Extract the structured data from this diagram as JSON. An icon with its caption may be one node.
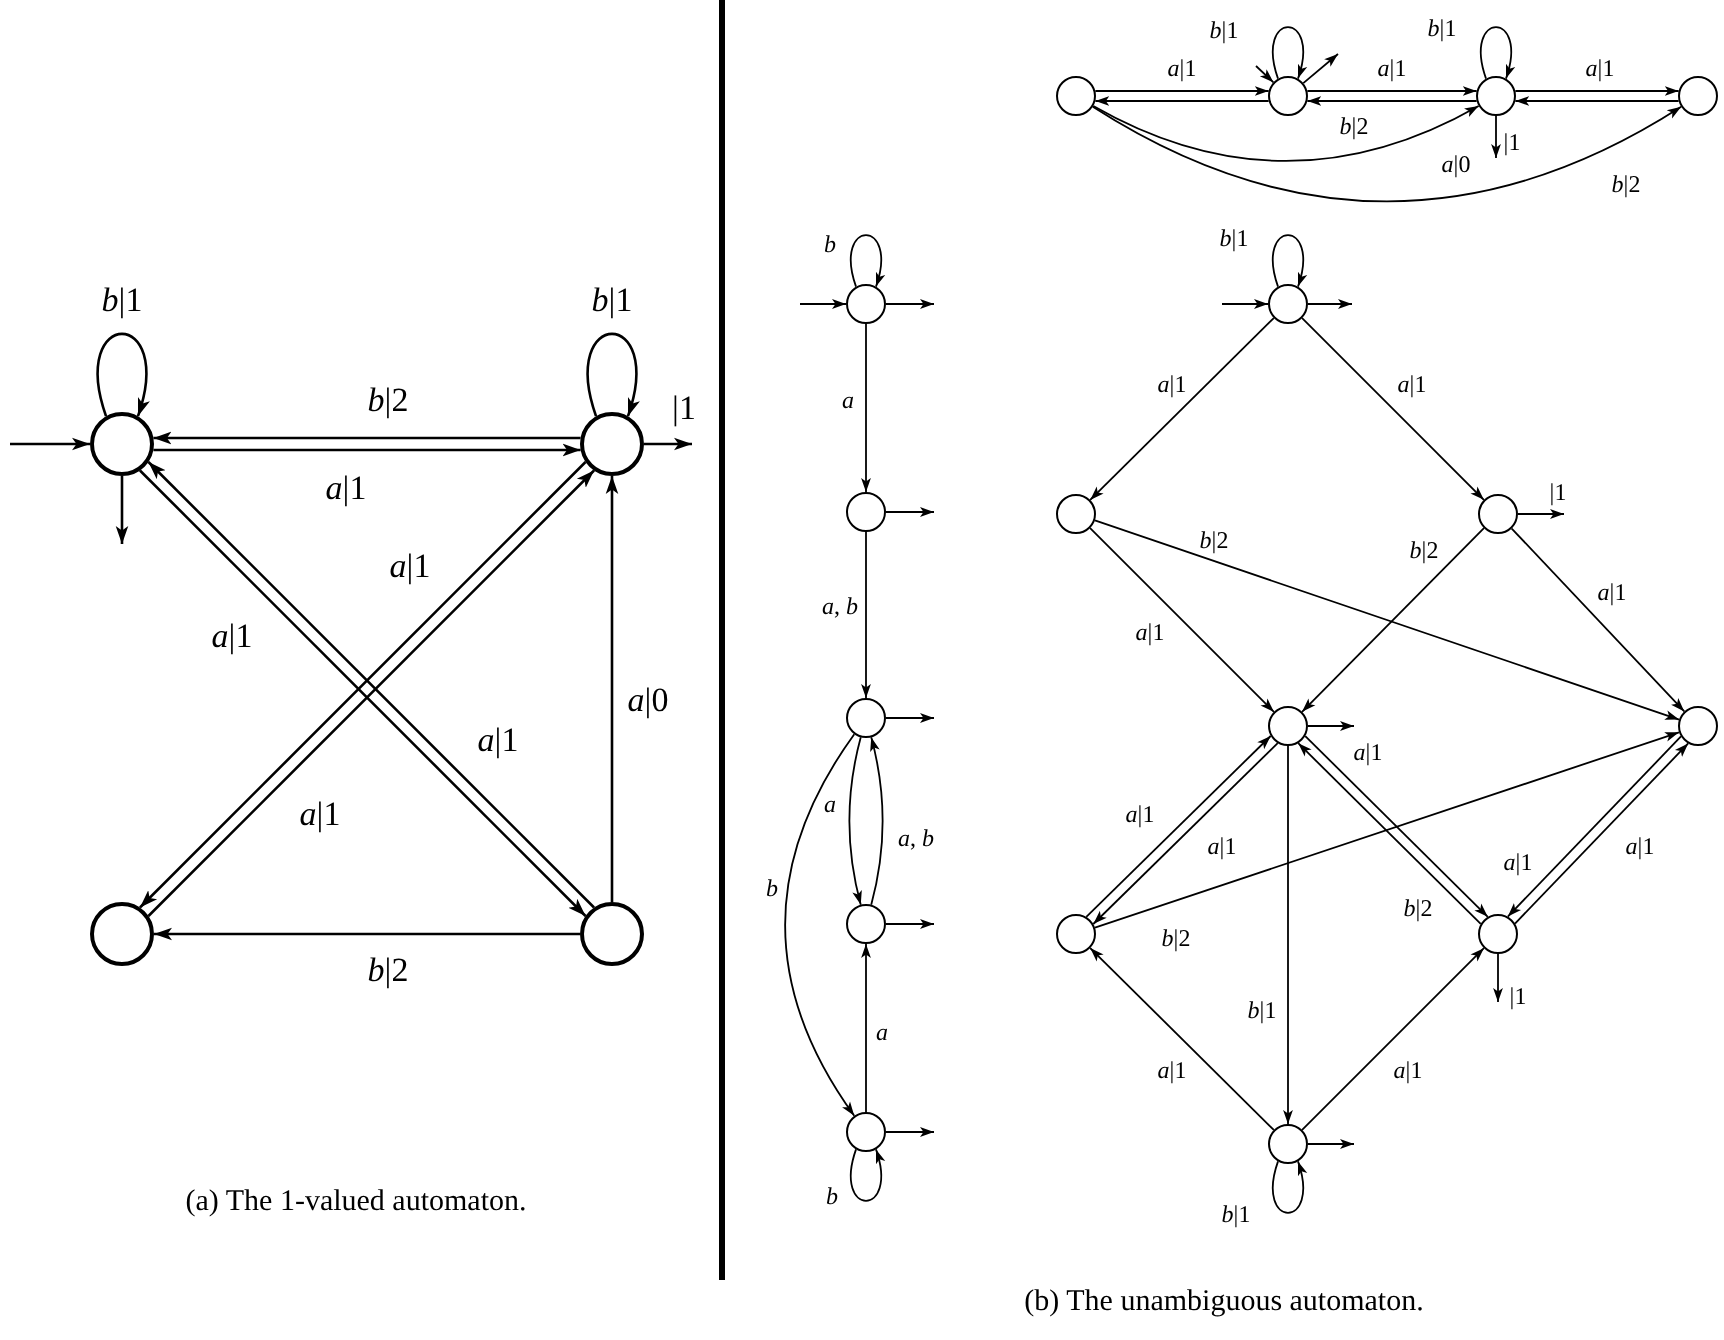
{
  "diagram": {
    "nodes": [
      {
        "text": [],
        "shape": "circle"
      },
      {
        "text": [],
        "shape": "circle"
      },
      {
        "text": [],
        "shape": "circle"
      },
      {
        "text": [],
        "shape": "circle"
      },
      {
        "text": [],
        "shape": "circle"
      },
      {
        "text": [],
        "shape": "circle"
      },
      {
        "text": [],
        "shape": "circle"
      },
      {
        "text": [],
        "shape": "circle"
      },
      {
        "text": [],
        "shape": "circle"
      },
      {
        "text": [],
        "shape": "circle"
      },
      {
        "text": [],
        "shape": "circle"
      },
      {
        "text": [],
        "shape": "circle"
      },
      {
        "text": [],
        "shape": "circle"
      },
      {
        "text": [],
        "shape": "circle"
      },
      {
        "text": [],
        "shape": "circle"
      },
      {
        "text": [],
        "shape": "circle"
      },
      {
        "text": [],
        "shape": "circle"
      },
      {
        "text": [],
        "shape": "circle"
      },
      {
        "text": [],
        "shape": "circle"
      },
      {
        "text": [],
        "shape": "circle"
      },
      {
        "text": [],
        "shape": "circle"
      }
    ],
    "edges": [
      {
        "from": null,
        "to": 0,
        "arrow": "to"
      },
      {
        "from": 0,
        "to": null,
        "arrow": "to"
      },
      {
        "from": 0,
        "to": 0,
        "arrow": "to",
        "label": "*b*|1"
      },
      {
        "from": 1,
        "to": 1,
        "arrow": "to",
        "label": "*b*|1"
      },
      {
        "from": 1,
        "to": 0,
        "arrow": "to",
        "label": "*b*|2"
      },
      {
        "from": 0,
        "to": 1,
        "arrow": "to",
        "label": "*a*|1"
      },
      {
        "from": 1,
        "to": null,
        "arrow": "to",
        "label": "|1"
      },
      {
        "from": 3,
        "to": 0,
        "arrow": "to",
        "label": "*a*|1"
      },
      {
        "from": 0,
        "to": 3,
        "arrow": "to",
        "label": "*a*|1"
      },
      {
        "from": 2,
        "to": 1,
        "arrow": "to",
        "label": "*a*|1"
      },
      {
        "from": 1,
        "to": 2,
        "arrow": "to",
        "label": "*a*|1"
      },
      {
        "from": 3,
        "to": 1,
        "arrow": "to",
        "label": "*a*|0"
      },
      {
        "from": 3,
        "to": 2,
        "arrow": "to",
        "label": "*b*|2"
      },
      {
        "from": null,
        "to": 4,
        "arrow": "to"
      },
      {
        "from": 4,
        "to": 4,
        "arrow": "to",
        "label": "*b*"
      },
      {
        "from": 4,
        "to": null,
        "arrow": "to"
      },
      {
        "from": 4,
        "to": 5,
        "arrow": "to",
        "label": "*a*"
      },
      {
        "from": 5,
        "to": null,
        "arrow": "to"
      },
      {
        "from": 5,
        "to": 6,
        "arrow": "to",
        "label": "*a*, *b*"
      },
      {
        "from": 6,
        "to": null,
        "arrow": "to"
      },
      {
        "from": 6,
        "to": 7,
        "arrow": "to",
        "label": "*a*"
      },
      {
        "from": 7,
        "to": 6,
        "arrow": "to",
        "label": "*a*, *b*"
      },
      {
        "from": 6,
        "to": 8,
        "arrow": "to",
        "label": "*b*"
      },
      {
        "from": 7,
        "to": null,
        "arrow": "to"
      },
      {
        "from": 8,
        "to": 7,
        "arrow": "to",
        "label": "*a*"
      },
      {
        "from": 8,
        "to": null,
        "arrow": "to"
      },
      {
        "from": 8,
        "to": 8,
        "arrow": "to",
        "label": "*b*"
      },
      {
        "from": 9,
        "to": 10,
        "arrow": "to",
        "label": "*a*|1"
      },
      {
        "from": 10,
        "to": 9,
        "arrow": "to"
      },
      {
        "from": null,
        "to": 10,
        "arrow": "to"
      },
      {
        "from": 10,
        "to": 10,
        "arrow": "to",
        "label": "*b*|1"
      },
      {
        "from": 10,
        "to": null,
        "arrow": "to"
      },
      {
        "from": 10,
        "to": 11,
        "arrow": "to",
        "label": "*a*|1"
      },
      {
        "from": 11,
        "to": 10,
        "arrow": "to",
        "label": "*b*|2"
      },
      {
        "from": 11,
        "to": 11,
        "arrow": "to",
        "label": "*b*|1"
      },
      {
        "from": 11,
        "to": null,
        "arrow": "to",
        "label": "|1"
      },
      {
        "from": 11,
        "to": 12,
        "arrow": "to",
        "label": "*a*|1"
      },
      {
        "from": 12,
        "to": 11,
        "arrow": "to"
      },
      {
        "from": 9,
        "to": 11,
        "arrow": "to",
        "label": "*a*|0"
      },
      {
        "from": 9,
        "to": 12,
        "arrow": "to",
        "label": "*b*|2"
      },
      {
        "from": null,
        "to": 13,
        "arrow": "to"
      },
      {
        "from": 13,
        "to": 13,
        "arrow": "to",
        "label": "*b*|1"
      },
      {
        "from": 13,
        "to": null,
        "arrow": "to"
      },
      {
        "from": 13,
        "to": 14,
        "arrow": "to",
        "label": "*a*|1"
      },
      {
        "from": 13,
        "to": 15,
        "arrow": "to",
        "label": "*a*|1"
      },
      {
        "from": 15,
        "to": null,
        "arrow": "to",
        "label": "|1"
      },
      {
        "from": 14,
        "to": 16,
        "arrow": "to",
        "label": "*a*|1"
      },
      {
        "from": 14,
        "to": 17,
        "arrow": "to",
        "label": "*b*|2"
      },
      {
        "from": 15,
        "to": 16,
        "arrow": "to",
        "label": "*b*|2"
      },
      {
        "from": 15,
        "to": 17,
        "arrow": "to",
        "label": "*a*|1"
      },
      {
        "from": 16,
        "to": null,
        "arrow": "to"
      },
      {
        "from": 16,
        "to": 19,
        "arrow": "to",
        "label": "*a*|1"
      },
      {
        "from": 19,
        "to": 16,
        "arrow": "to",
        "label": "*b*|2"
      },
      {
        "from": 18,
        "to": 16,
        "arrow": "to",
        "label": "*a*|1"
      },
      {
        "from": 16,
        "to": 18,
        "arrow": "to",
        "label": "*a*|1"
      },
      {
        "from": 16,
        "to": 20,
        "arrow": "to",
        "label": "*b*|1"
      },
      {
        "from": 18,
        "to": 17,
        "arrow": "to",
        "label": "*b*|2"
      },
      {
        "from": 17,
        "to": 19,
        "arrow": "to",
        "label": "*a*|1"
      },
      {
        "from": 19,
        "to": 17,
        "arrow": "to",
        "label": "*a*|1"
      },
      {
        "from": 20,
        "to": 18,
        "arrow": "to",
        "label": "*a*|1"
      },
      {
        "from": 20,
        "to": 19,
        "arrow": "to",
        "label": "*a*|1"
      },
      {
        "from": 20,
        "to": null,
        "arrow": "to"
      },
      {
        "from": 20,
        "to": 20,
        "arrow": "to",
        "label": "*b*|1"
      },
      {
        "from": 19,
        "to": null,
        "arrow": "to",
        "label": "|1"
      }
    ],
    "labels": [
      "(a) The 1-valued automaton.",
      "(b) The unambiguous automaton."
    ]
  }
}
